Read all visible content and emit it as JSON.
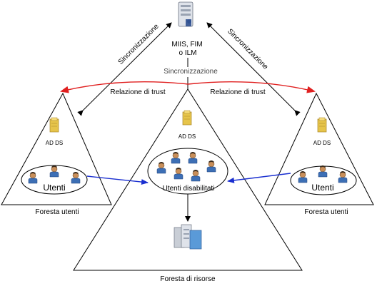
{
  "server": {
    "label_line1": "MIIS, FIM",
    "label_line2": "o ILM"
  },
  "sync_vertical_label": "Sincronizzazione",
  "sync_left_label": "Sincronizzazione",
  "sync_right_label": "Sincronizzazione",
  "trust_left_label": "Relazione di trust",
  "trust_right_label": "Relazione di trust",
  "forests": {
    "left": {
      "label": "Foresta utenti",
      "adds_label": "AD DS",
      "users_label": "Utenti"
    },
    "center": {
      "label": "Foresta di risorse",
      "adds_label": "AD DS",
      "users_label": "Utenti disabilitati"
    },
    "right": {
      "label": "Foresta utenti",
      "adds_label": "AD DS",
      "users_label": "Utenti"
    }
  },
  "colors": {
    "trust_arrow": "#e02020",
    "user_link_arrow": "#1a2fd0",
    "sync_arrow": "#000000"
  },
  "icons": [
    "server-icon",
    "folder-icon",
    "user-icon",
    "server-rack-icon"
  ]
}
